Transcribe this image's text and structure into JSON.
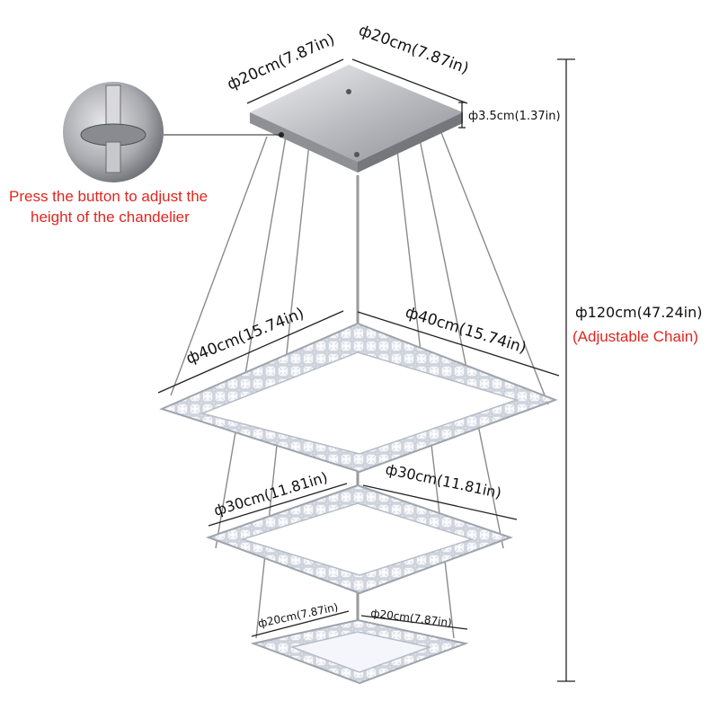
{
  "canopy": {
    "width_left": "ф20cm(7.87in)",
    "width_right": "ф20cm(7.87in)",
    "thickness": "ф3.5cm(1.37in)"
  },
  "callout": {
    "line1": "Press the button to adjust the",
    "line2": "height of the chandelier"
  },
  "height": {
    "value": "ф120cm(47.24in)",
    "note": "(Adjustable Chain)"
  },
  "ring_large": {
    "left": "ф40cm(15.74in)",
    "right": "ф40cm(15.74in)"
  },
  "ring_medium": {
    "left": "ф30cm(11.81in)",
    "right": "ф30cm(11.81in)"
  },
  "ring_small": {
    "left": "ф20cm(7.87in)",
    "right": "ф20cm(7.87in)"
  },
  "colors": {
    "note_red": "#e0261f",
    "crystal": "#dfe3ea",
    "chrome": "#c9cace"
  }
}
